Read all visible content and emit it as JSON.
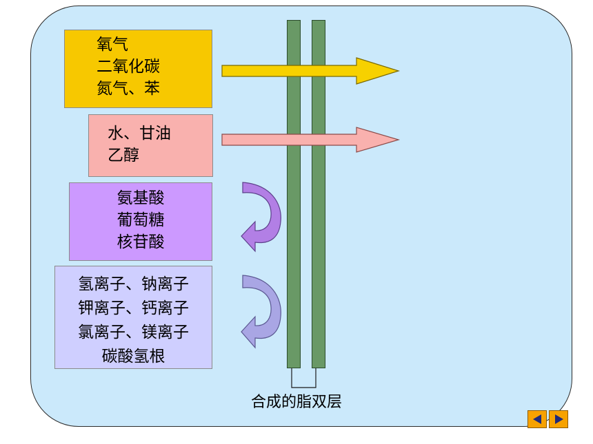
{
  "boxes": {
    "gases": [
      "氧气",
      "二氧化碳",
      "氮气、苯"
    ],
    "water": [
      "水、甘油",
      "乙醇"
    ],
    "amino": [
      "氨基酸",
      "葡萄糖",
      "核苷酸"
    ],
    "ions": [
      "氢离子、钠离子",
      "钾离子、钙离子",
      "氯离子、镁离子",
      "碳酸氢根"
    ]
  },
  "bilayer_label": "合成的脂双层",
  "colors": {
    "panel_bg": "#cbe9fb",
    "gases_box": "#f7c800",
    "water_box": "#f9b1ae",
    "amino_box": "#cc99ff",
    "ions_box": "#cfcfff",
    "membrane": "#699966",
    "nav_button": "#f7a200"
  },
  "icons": {
    "nav_prev": "triangle-left-icon",
    "nav_next": "triangle-right-icon"
  }
}
